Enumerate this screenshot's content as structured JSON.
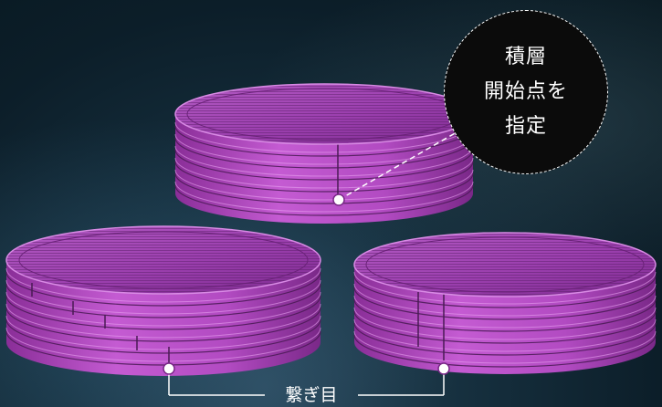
{
  "callout": {
    "lines": [
      "積層",
      "開始点を",
      "指定"
    ]
  },
  "seam_label": "繋ぎ目",
  "colors": {
    "part": "#b04ac0",
    "part_top": "#a243b3",
    "part_line": "#4a1a55",
    "callout_bg": "#0b0b0b",
    "marker": "#ffffff"
  }
}
